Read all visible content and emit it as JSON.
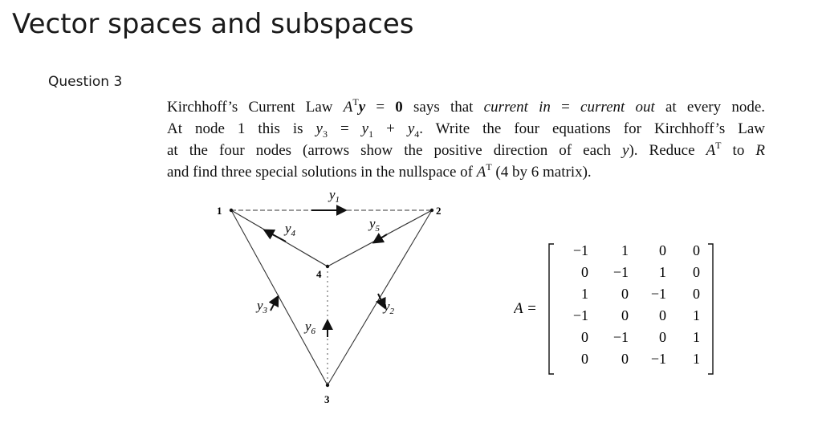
{
  "page_title": "Vector spaces and subspaces",
  "question_label": "Question 3",
  "problem": {
    "line1": {
      "t1": "Kirchhoff’s Current Law ",
      "A": "A",
      "T": "T",
      "y": "y",
      "eq_zero": " = ",
      "zero": "0",
      "t2": " says that ",
      "cur_in": "current in",
      "eq": " = ",
      "cur_out": "current out",
      "t3": " at every node."
    },
    "line2": {
      "t1": "At node 1 this is ",
      "y3": "y",
      "s3": "3",
      "eq": " = ",
      "y1": "y",
      "s1": "1",
      "plus": " + ",
      "y4": "y",
      "s4": "4",
      "t2": ".  Write the four equations for Kirchhoff’s Law"
    },
    "line3": {
      "t1": "at the four nodes (arrows show the positive direction of each ",
      "y": "y",
      "t2": ").  Reduce ",
      "A": "A",
      "T": "T",
      "t3": " to ",
      "R": "R"
    },
    "line4": {
      "t1": "and find three special solutions in the nullspace of ",
      "A": "A",
      "T": "T",
      "t2": " (4 by 6 matrix)."
    }
  },
  "graph": {
    "nodes": [
      "1",
      "2",
      "3",
      "4"
    ],
    "edges": [
      {
        "var": "y",
        "sub": "1"
      },
      {
        "var": "y",
        "sub": "2"
      },
      {
        "var": "y",
        "sub": "3"
      },
      {
        "var": "y",
        "sub": "4"
      },
      {
        "var": "y",
        "sub": "5"
      },
      {
        "var": "y",
        "sub": "6"
      }
    ]
  },
  "matrix": {
    "label": "A =",
    "rows": [
      [
        "−1",
        "1",
        "0",
        "0"
      ],
      [
        "0",
        "−1",
        "1",
        "0"
      ],
      [
        "1",
        "0",
        "−1",
        "0"
      ],
      [
        "−1",
        "0",
        "0",
        "1"
      ],
      [
        "0",
        "−1",
        "0",
        "1"
      ],
      [
        "0",
        "0",
        "−1",
        "1"
      ]
    ]
  }
}
